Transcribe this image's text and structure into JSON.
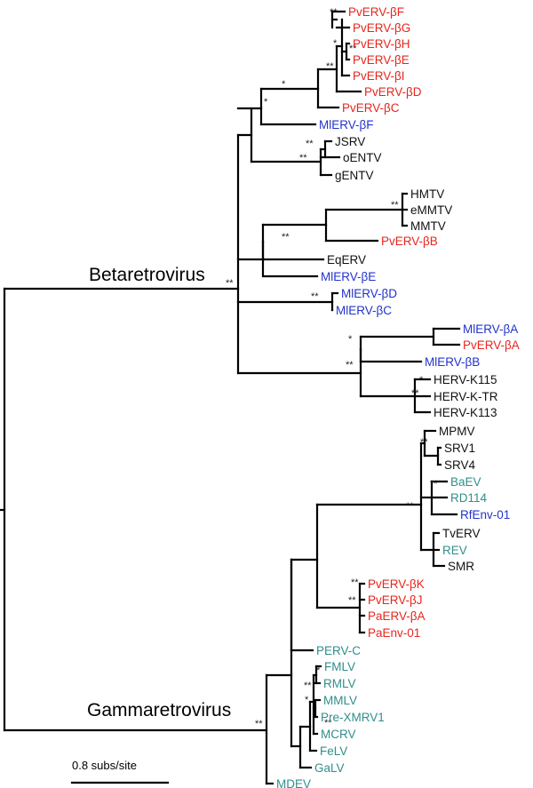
{
  "colors": {
    "red": "#e8251e",
    "blue": "#2233cc",
    "teal": "#2f8f8c",
    "black": "#111111"
  },
  "clade_labels": {
    "beta": "Betaretrovirus",
    "gamma": "Gammaretrovirus"
  },
  "scale_bar": {
    "label": "0.8 subs/site"
  },
  "tips": [
    {
      "label": "PvERV-βF",
      "color": "red"
    },
    {
      "label": "PvERV-βG",
      "color": "red"
    },
    {
      "label": "PvERV-βH",
      "color": "red"
    },
    {
      "label": "PvERV-βE",
      "color": "red"
    },
    {
      "label": "PvERV-βI",
      "color": "red"
    },
    {
      "label": "PvERV-βD",
      "color": "red"
    },
    {
      "label": "PvERV-βC",
      "color": "red"
    },
    {
      "label": "MlERV-βF",
      "color": "blue"
    },
    {
      "label": "JSRV",
      "color": "black"
    },
    {
      "label": "oENTV",
      "color": "black"
    },
    {
      "label": "gENTV",
      "color": "black"
    },
    {
      "label": "HMTV",
      "color": "black"
    },
    {
      "label": "eMMTV",
      "color": "black"
    },
    {
      "label": "MMTV",
      "color": "black"
    },
    {
      "label": "PvERV-βB",
      "color": "red"
    },
    {
      "label": "EqERV",
      "color": "black"
    },
    {
      "label": "MlERV-βE",
      "color": "blue"
    },
    {
      "label": "MlERV-βD",
      "color": "blue"
    },
    {
      "label": "MlERV-βC",
      "color": "blue"
    },
    {
      "label": "MlERV-βA",
      "color": "blue"
    },
    {
      "label": "PvERV-βA",
      "color": "red"
    },
    {
      "label": "MlERV-βB",
      "color": "blue"
    },
    {
      "label": "HERV-K115",
      "color": "black"
    },
    {
      "label": "HERV-K-TR",
      "color": "black"
    },
    {
      "label": "HERV-K113",
      "color": "black"
    },
    {
      "label": "MPMV",
      "color": "black"
    },
    {
      "label": "SRV1",
      "color": "black"
    },
    {
      "label": "SRV4",
      "color": "black"
    },
    {
      "label": "BaEV",
      "color": "teal"
    },
    {
      "label": "RD114",
      "color": "teal"
    },
    {
      "label": "RfEnv-01",
      "color": "blue"
    },
    {
      "label": "TvERV",
      "color": "black"
    },
    {
      "label": "REV",
      "color": "teal"
    },
    {
      "label": "SMR",
      "color": "black"
    },
    {
      "label": "PvERV-βK",
      "color": "red"
    },
    {
      "label": "PvERV-βJ",
      "color": "red"
    },
    {
      "label": "PaERV-βA",
      "color": "red"
    },
    {
      "label": "PaEnv-01",
      "color": "red"
    },
    {
      "label": "PERV-C",
      "color": "teal"
    },
    {
      "label": "FMLV",
      "color": "teal"
    },
    {
      "label": "RMLV",
      "color": "teal"
    },
    {
      "label": "MMLV",
      "color": "teal"
    },
    {
      "label": "Pre-XMRV1",
      "color": "teal"
    },
    {
      "label": "MCRV",
      "color": "teal"
    },
    {
      "label": "FeLV",
      "color": "teal"
    },
    {
      "label": "GaLV",
      "color": "teal"
    },
    {
      "label": "MDEV",
      "color": "teal"
    }
  ],
  "support_marks": [
    {
      "text": "**",
      "node": "FG"
    },
    {
      "text": "*",
      "node": "HE"
    },
    {
      "text": "**",
      "node": "HE-side"
    },
    {
      "text": "**",
      "node": "FI"
    },
    {
      "text": "*",
      "node": "F-D"
    },
    {
      "text": "*",
      "node": "F-C"
    },
    {
      "text": "**",
      "node": "JSRV-oENTV"
    },
    {
      "text": "**",
      "node": "ENTV"
    },
    {
      "text": "**",
      "node": "MMTV-group"
    },
    {
      "text": "**",
      "node": "MMTV-EqERV"
    },
    {
      "text": "**",
      "node": "beta-root"
    },
    {
      "text": "**",
      "node": "MlERV-DC"
    },
    {
      "text": "*",
      "node": "ML-PvA"
    },
    {
      "text": "**",
      "node": "beta-A-group"
    },
    {
      "text": "*",
      "node": "HERV-a"
    },
    {
      "text": "**",
      "node": "HERV-b"
    },
    {
      "text": "**",
      "node": "MPMV-SRV"
    },
    {
      "text": "**",
      "node": "BaEV-RD114"
    },
    {
      "text": "**",
      "node": "gamma-A"
    },
    {
      "text": "**",
      "node": "PvERV-KJ"
    },
    {
      "text": "**",
      "node": "PvERV-J-Pa"
    },
    {
      "text": "*",
      "node": "FMLV-RMLV"
    },
    {
      "text": "**",
      "node": "RMLV-MMLV"
    },
    {
      "text": "*",
      "node": "MMLV-XMRV"
    },
    {
      "text": "**",
      "node": "XMRV-MCRV"
    },
    {
      "text": "**",
      "node": "gamma-root"
    }
  ]
}
